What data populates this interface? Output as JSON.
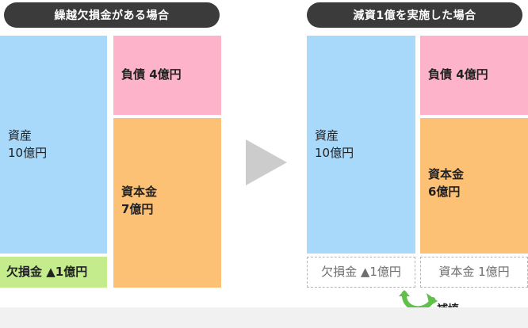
{
  "left": {
    "title": "繰越欠損金がある場合",
    "assets": {
      "line1": "資産",
      "line2": "10億円"
    },
    "liabilities": "負債 4億円",
    "capital": {
      "line1": "資本金",
      "line2": "7億円"
    },
    "deficit": "欠損金 ▲1億円"
  },
  "right": {
    "title": "減資1億を実施した場合",
    "assets": {
      "line1": "資産",
      "line2": "10億円"
    },
    "liabilities": "負債 4億円",
    "capital": {
      "line1": "資本金",
      "line2": "6億円"
    },
    "deficit_removed": "欠損金 ▲1億円",
    "capital_removed": "資本金 1億円",
    "offset_label": "補填"
  },
  "colors": {
    "assets": "#a8d8fa",
    "liabilities": "#fdb3ca",
    "capital": "#fdc176",
    "deficit": "#c4ec8c",
    "title_bg": "#3b3b3b",
    "arrow": "#cccccc",
    "offset_arrow": "#5fc04a"
  },
  "icons": {
    "transition": "arrow-right-icon",
    "offset": "curved-arrow-icon"
  }
}
